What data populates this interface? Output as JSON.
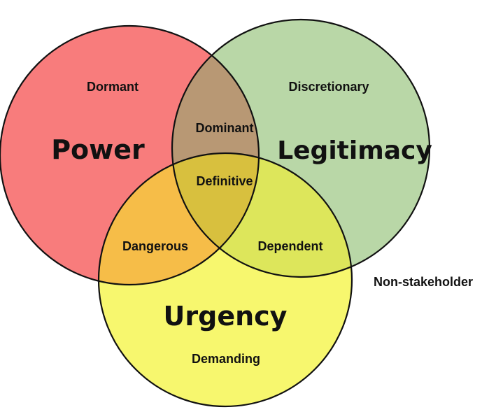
{
  "venn": {
    "sets": [
      {
        "key": "power",
        "label": "Power",
        "color": "#f87c7c"
      },
      {
        "key": "legitimacy",
        "label": "Legitimacy",
        "color": "#b9d7a7"
      },
      {
        "key": "urgency",
        "label": "Urgency",
        "color": "#f7f76e"
      }
    ],
    "regions": {
      "dormant": "Dormant",
      "discretionary": "Discretionary",
      "demanding": "Demanding",
      "dominant": "Dominant",
      "dangerous": "Dangerous",
      "dependent": "Dependent",
      "definitive": "Definitive"
    },
    "overlap_colors": {
      "dominant": "#b89874",
      "dangerous": "#f6bd48",
      "dependent": "#dde65b",
      "definitive": "#d8c03e"
    },
    "outside_label": "Non-stakeholder"
  }
}
